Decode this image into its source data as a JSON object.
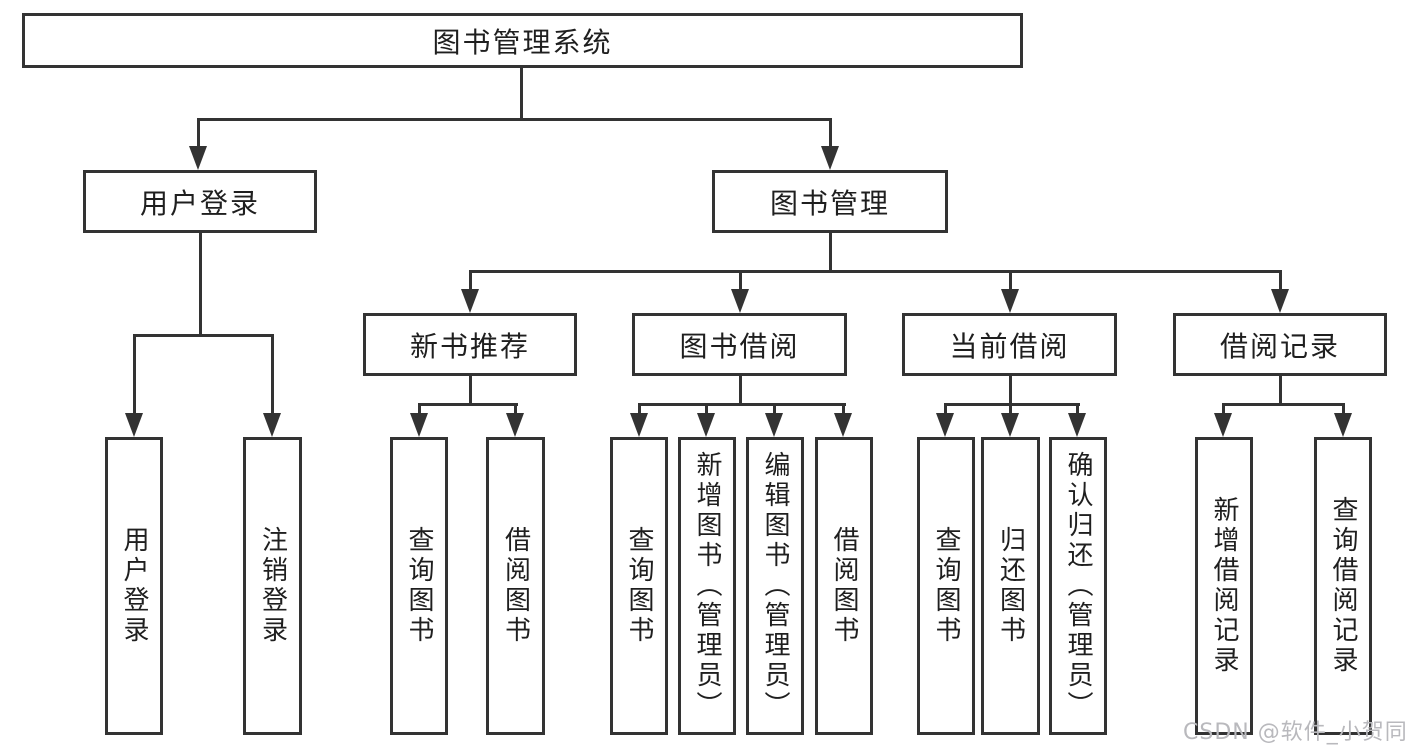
{
  "colors": {
    "line": "#333333",
    "node_border": "#333333",
    "text": "#1f1f1f",
    "background": "#ffffff",
    "watermark": "#b9b9bd"
  },
  "root": {
    "label": "图书管理系统"
  },
  "level2": {
    "user_login": {
      "label": "用户登录"
    },
    "book_management": {
      "label": "图书管理"
    }
  },
  "user_login_children": {
    "user_login": {
      "label": "用户登录"
    },
    "logout": {
      "label": "注销登录"
    }
  },
  "book_management_children": {
    "new_book_recommend": {
      "label": "新书推荐"
    },
    "book_borrowing": {
      "label": "图书借阅"
    },
    "current_borrowing": {
      "label": "当前借阅"
    },
    "borrowing_records": {
      "label": "借阅记录"
    }
  },
  "new_book_recommend_children": {
    "query_books": {
      "label": "查询图书"
    },
    "borrow_books": {
      "label": "借阅图书"
    }
  },
  "book_borrowing_children": {
    "query_books": {
      "label": "查询图书"
    },
    "add_books_admin": {
      "label": "新增图书（管理员）"
    },
    "edit_books_admin": {
      "label": "编辑图书（管理员）"
    },
    "borrow_books": {
      "label": "借阅图书"
    }
  },
  "current_borrowing_children": {
    "query_books": {
      "label": "查询图书"
    },
    "return_books": {
      "label": "归还图书"
    },
    "confirm_return_admin": {
      "label": "确认归还（管理员）"
    }
  },
  "borrowing_records_children": {
    "add_borrow_record": {
      "label": "新增借阅记录"
    },
    "query_borrow_record": {
      "label": "查询借阅记录"
    }
  },
  "watermark": {
    "text": "CSDN @软件_小贺同学"
  }
}
